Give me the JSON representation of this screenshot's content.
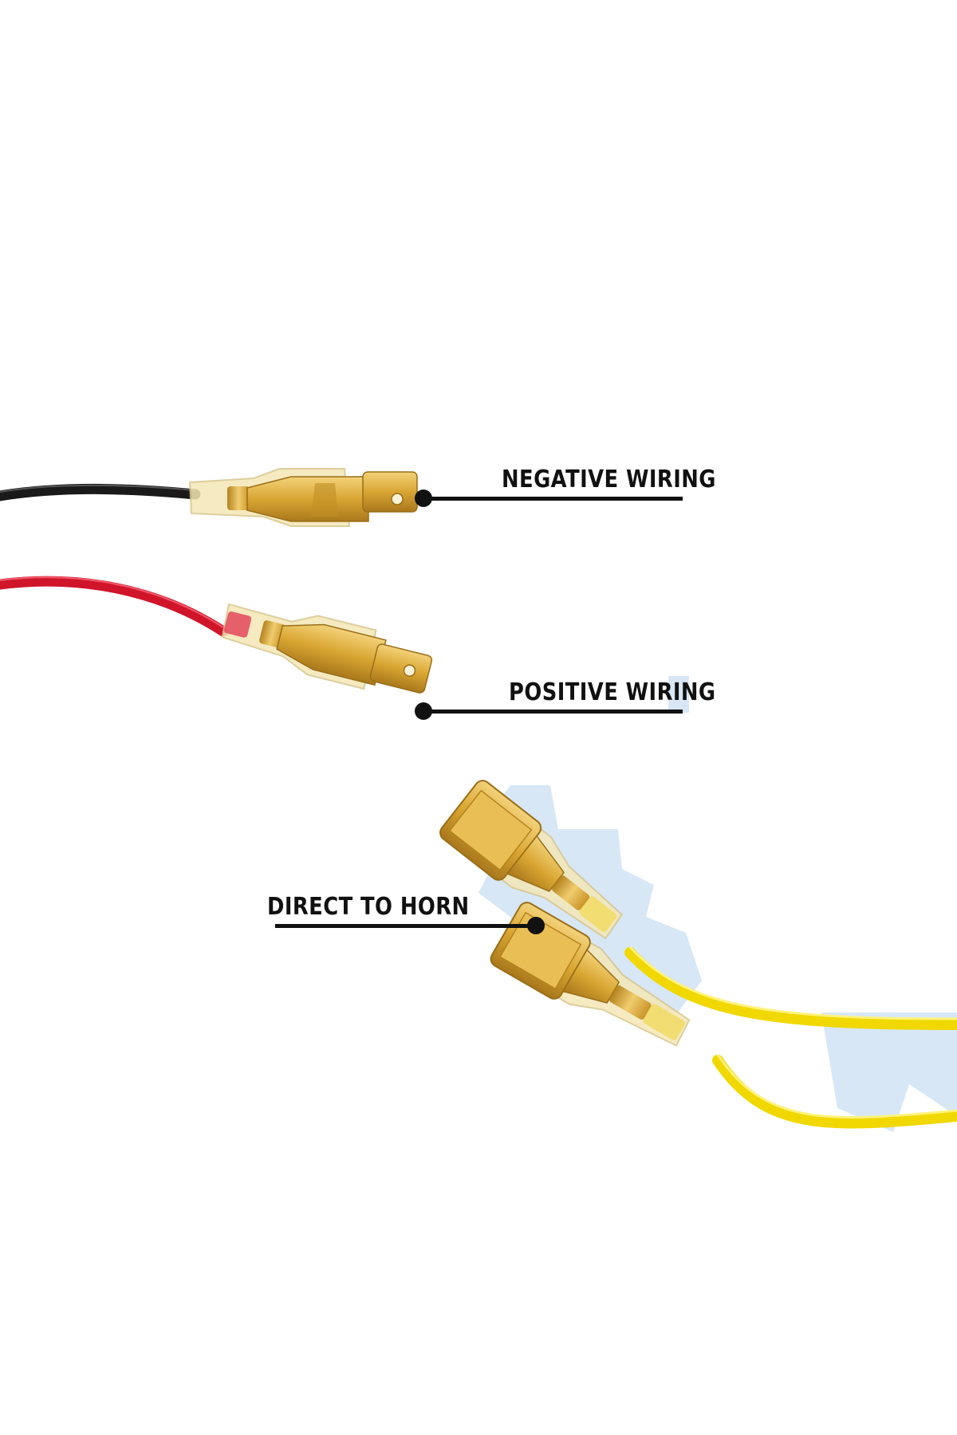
{
  "labels": {
    "negative": "NEGATIVE WIRING",
    "positive": "POSITIVE WIRING",
    "horn": "DIRECT TO HORN"
  },
  "colors": {
    "background": "#ffffff",
    "label_text": "#111111",
    "wire_black": "#1a1a1a",
    "wire_red": "#d0152b",
    "wire_yellow": "#f0d800",
    "brass": "#d9a632",
    "watermark": "#c9dff3"
  },
  "icons": {
    "negative_connector": "male-spade-connector",
    "positive_connector": "male-spade-connector",
    "horn_connectors": "female-spade-connector"
  }
}
